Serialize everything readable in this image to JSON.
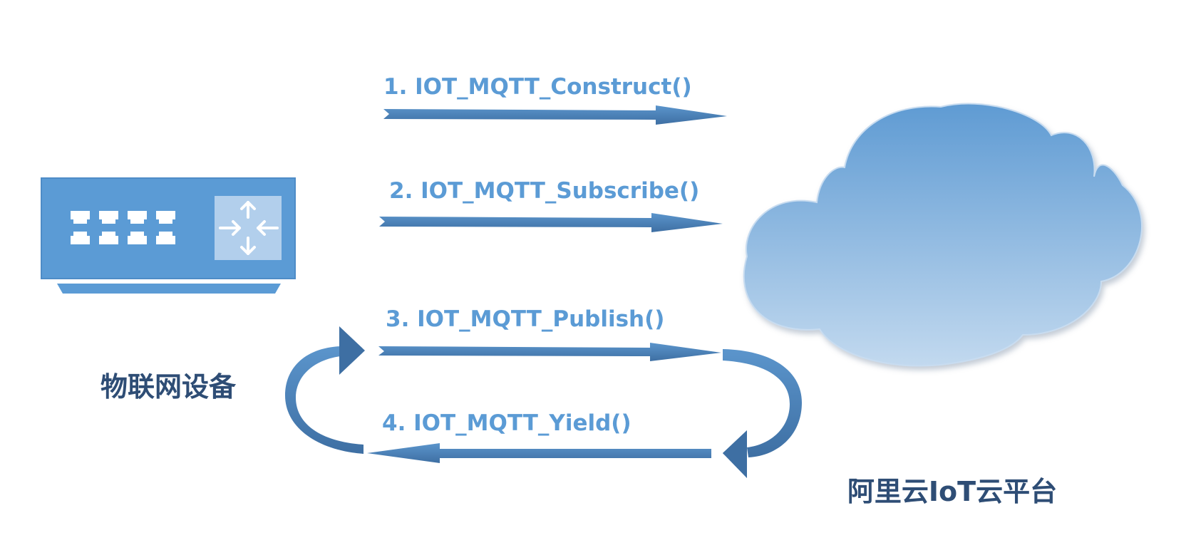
{
  "colors": {
    "arrow_dark": "#4173a8",
    "arrow_light": "#5b9bd5",
    "label_blue": "#5b9bd5",
    "node_label": "#2e4d75",
    "device_body": "#5b9bd5",
    "cloud_top": "#5f9bd3",
    "cloud_bottom": "#bfd6ee"
  },
  "device": {
    "icon": "network-switch-icon",
    "label": "物联网设备"
  },
  "cloud": {
    "icon": "cloud-icon",
    "label": "阿里云IoT云平台"
  },
  "steps": [
    {
      "label": "1. IOT_MQTT_Construct()",
      "direction": "device-to-cloud"
    },
    {
      "label": "2. IOT_MQTT_Subscribe()",
      "direction": "device-to-cloud"
    },
    {
      "label": "3. IOT_MQTT_Publish()",
      "direction": "device-to-cloud"
    },
    {
      "label": "4. IOT_MQTT_Yield()",
      "direction": "cloud-to-device"
    }
  ],
  "loop": {
    "description": "steps 3 and 4 repeat in a loop"
  }
}
